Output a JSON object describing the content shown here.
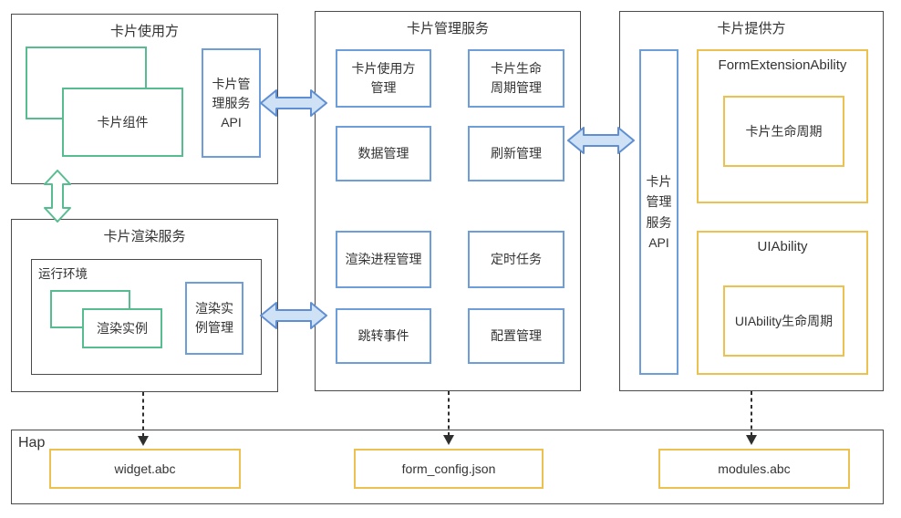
{
  "colors": {
    "green": "#57bd90",
    "blue": "#6d9eda",
    "yellow": "#ecc14f",
    "dark": "#4a4a4a",
    "text": "#333333",
    "arrowfill": "#cfe2f5",
    "arrowstroke": "#5f8fd2"
  },
  "user_box": {
    "title": "卡片使用方",
    "component": "卡片组件",
    "api": "卡片管\n理服务\nAPI"
  },
  "render_box": {
    "title": "卡片渲染服务",
    "runtime": "运行环境",
    "instance": "渲染实例",
    "instance_mgmt": "渲染实\n例管理"
  },
  "manage_box": {
    "title": "卡片管理服务",
    "modules": [
      "卡片使用方\n管理",
      "卡片生命\n周期管理",
      "数据管理",
      "刷新管理",
      "渲染进程管理",
      "定时任务",
      "跳转事件",
      "配置管理"
    ]
  },
  "provider_box": {
    "title": "卡片提供方",
    "api": "卡片\n管理\n服务\nAPI",
    "form_extension": {
      "title": "FormExtensionAbility",
      "lifecycle": "卡片生命周期"
    },
    "uiability": {
      "title": "UIAbility",
      "lifecycle": "UIAbility生命周期"
    }
  },
  "hap_box": {
    "label": "Hap",
    "files": [
      "widget.abc",
      "form_config.json",
      "modules.abc"
    ]
  }
}
